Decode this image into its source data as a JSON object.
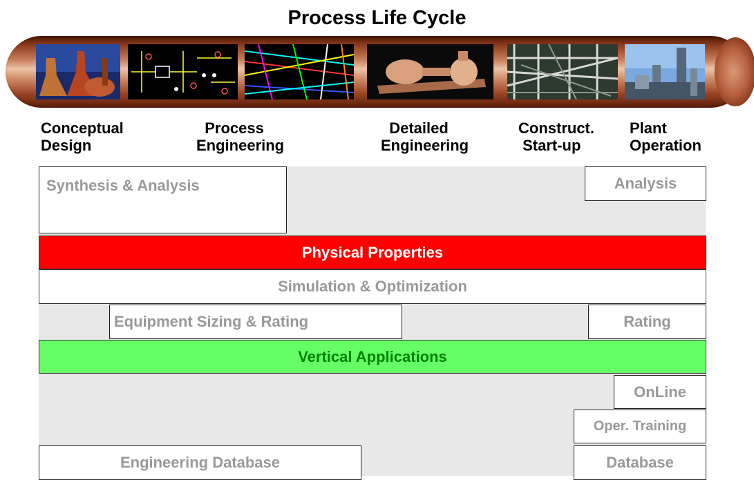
{
  "title": "Process Life Cycle",
  "banner": {
    "images": [
      {
        "icon": "laboratory-flasks-image"
      },
      {
        "icon": "process-flow-diagram-image"
      },
      {
        "icon": "piping-cad-drawing-image"
      },
      {
        "icon": "pump-equipment-image"
      },
      {
        "icon": "plant-piping-construction-image"
      },
      {
        "icon": "refinery-plant-image"
      }
    ]
  },
  "phases": [
    {
      "label": "Conceptual\nDesign"
    },
    {
      "label": "  Process\nEngineering"
    },
    {
      "label": "  Detailed\nEngineering"
    },
    {
      "label": "Construct.\n Start-up"
    },
    {
      "label": "Plant\nOperation"
    }
  ],
  "boxes": {
    "synthesis_analysis": "Synthesis & Analysis",
    "analysis": "Analysis",
    "physical_properties": "Physical Properties",
    "simulation_optimization": "Simulation & Optimization",
    "equipment_sizing_rating": "Equipment Sizing & Rating",
    "rating": "Rating",
    "vertical_applications": "Vertical Applications",
    "online": "OnLine",
    "oper_training": "Oper. Training",
    "engineering_database": "Engineering Database",
    "database": "Database"
  },
  "colors": {
    "physical_properties_bg": "#ff0000",
    "physical_properties_text": "#ffffff",
    "vertical_applications_bg": "#66ff66",
    "vertical_applications_text": "#008000",
    "box_text": "#999999",
    "panel_bg": "#e8e8e8"
  }
}
